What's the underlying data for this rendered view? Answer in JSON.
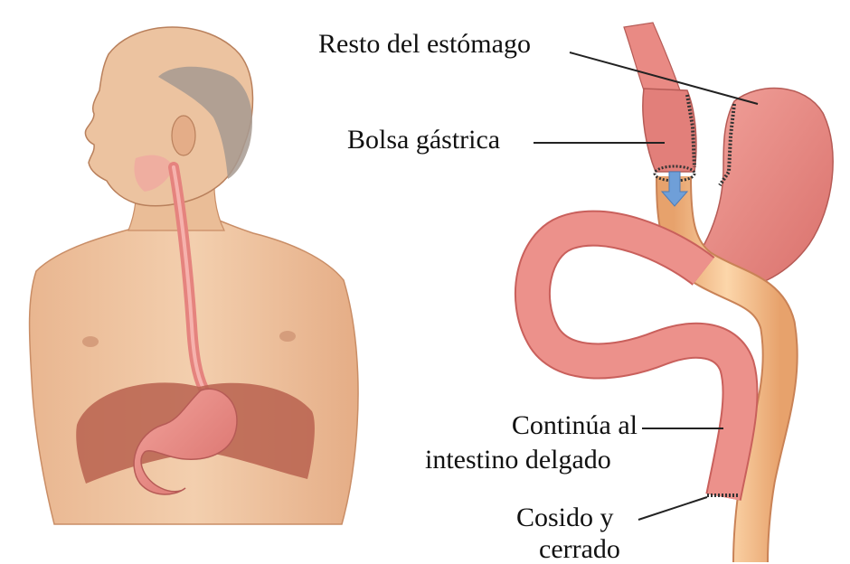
{
  "labels": {
    "rest_of_stomach": "Resto del estómago",
    "gastric_pouch": "Bolsa gástrica",
    "continues_line1": "Continúa al",
    "continues_line2": "intestino delgado",
    "sewn_line1": "Cosido y",
    "sewn_line2": "cerrado"
  },
  "colors": {
    "skin": "#eec4a0",
    "skin_shadow": "#d69e78",
    "organ": "#e98a84",
    "organ_dark": "#c2605c",
    "intestine_orange": "#f5bf8c",
    "arrow": "#6f9fd8",
    "label_line": "#222222"
  }
}
